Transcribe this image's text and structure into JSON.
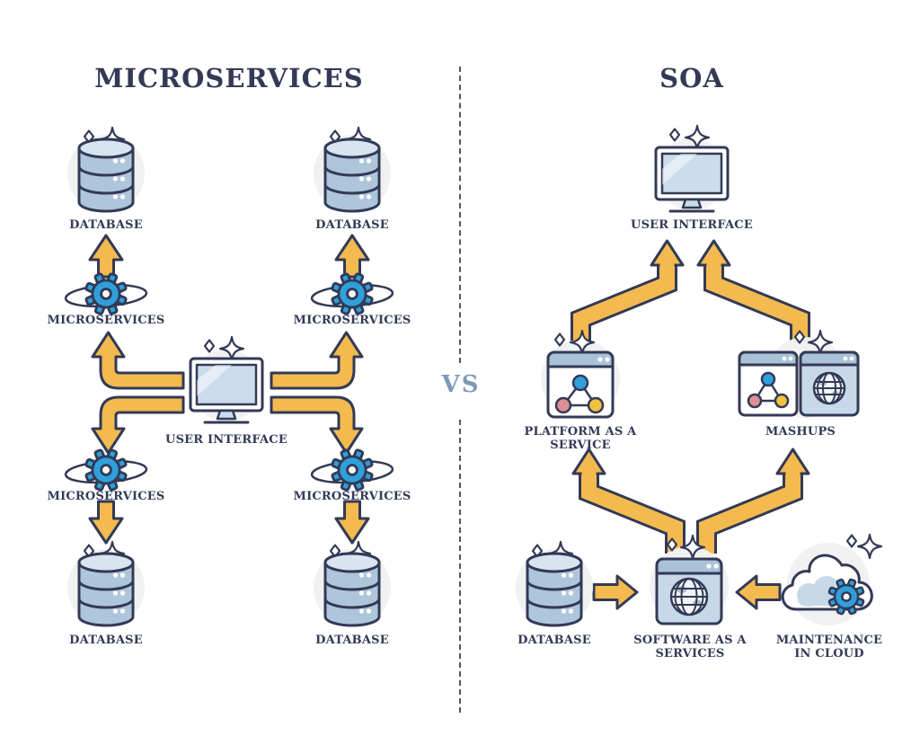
{
  "colors": {
    "ink": "#333A56",
    "yellow": "#F3BA4F",
    "blue": "#2FA0DB",
    "header_blue": "#A9C2D8",
    "light_blue": "#C7D9E9",
    "screen_blue": "#CBDCEC",
    "node_pink": "#DD8F93",
    "node_yellow": "#EFC23F",
    "vs_blue": "#7E9AB5",
    "circle_bg": "#F1F1F2",
    "cyl": "#AEC6DB",
    "cyl_top": "#D8E5F1",
    "globe_bg": "#F2F6FA",
    "continent": "#AFBDC9",
    "dash": "#54565E"
  },
  "left": {
    "title": "MICROSERVICES",
    "labels": {
      "db_top_left": "DATABASE",
      "db_top_right": "DATABASE",
      "ms_top_left": "MICROSERVICES",
      "ms_top_right": "MICROSERVICES",
      "user_interface": "USER INTERFACE",
      "ms_bottom_left": "MICROSERVICES",
      "ms_bottom_right": "MICROSERVICES",
      "db_bottom_left": "DATABASE",
      "db_bottom_right": "DATABASE"
    }
  },
  "divider": {
    "vs": "VS"
  },
  "right": {
    "title": "SOA",
    "labels": {
      "user_interface": "USER INTERFACE",
      "paas": "PLATFORM AS A SERVICE",
      "mashups": "MASHUPS",
      "database": "DATABASE",
      "saas_line1": "SOFTWARE AS A",
      "saas_line2": "SERVICES",
      "cloud_line1": "MAINTENANCE",
      "cloud_line2": "IN CLOUD"
    }
  },
  "icons": {
    "database": "database-cylinder-stack",
    "microservices": "gear-with-orbit",
    "user_interface": "computer-monitor",
    "paas": "browser-window-node-graph",
    "mashups": "dual-browser-windows-nodes-globe",
    "saas": "browser-window-globe",
    "maintenance_cloud": "cloud-with-gear",
    "connector": "yellow-block-arrow"
  }
}
